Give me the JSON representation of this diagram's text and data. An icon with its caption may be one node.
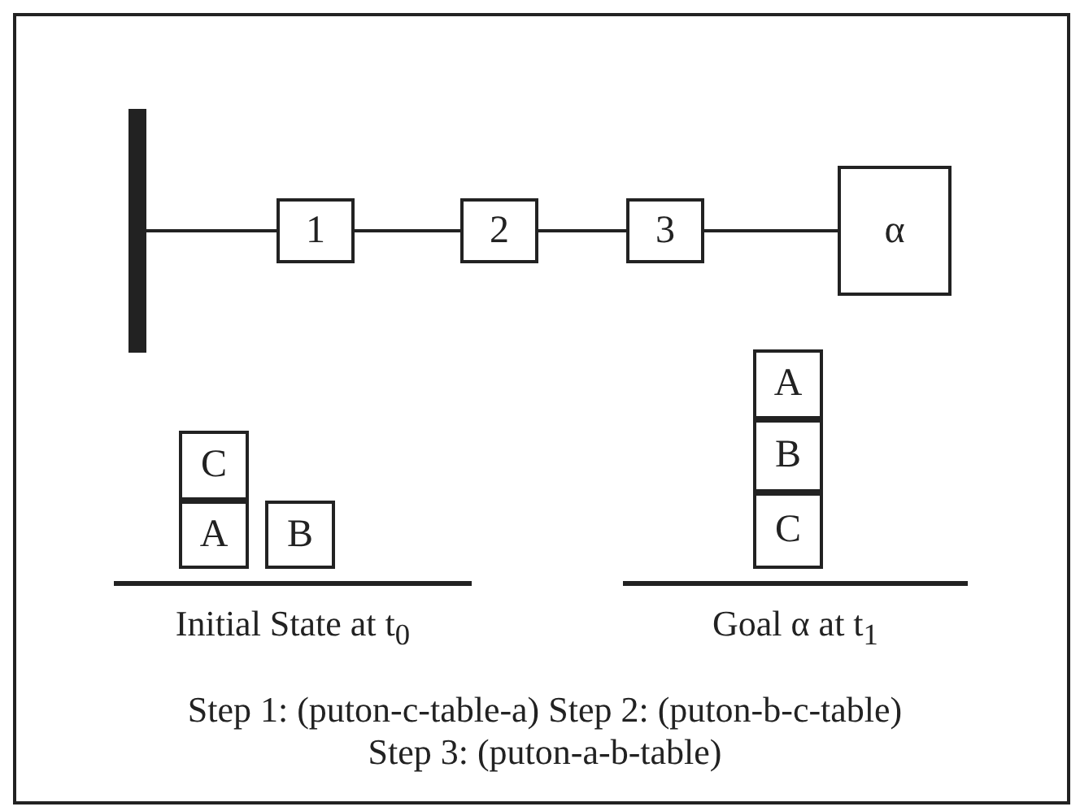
{
  "diagram": {
    "nodes": [
      {
        "text": [],
        "shape": "bar"
      },
      {
        "text": [
          "1"
        ]
      },
      {
        "text": [
          "2"
        ]
      },
      {
        "text": [
          "3"
        ]
      },
      {
        "text": [
          "α"
        ]
      },
      {
        "text": [
          "C"
        ]
      },
      {
        "text": [
          "A"
        ]
      },
      {
        "text": [
          "B"
        ]
      },
      {
        "text": [
          "A"
        ]
      },
      {
        "text": [
          "B"
        ]
      },
      {
        "text": [
          "C"
        ]
      }
    ],
    "edges": [
      {
        "from": 0,
        "to": 1,
        "arrow": "none"
      },
      {
        "from": 1,
        "to": 2,
        "arrow": "none"
      },
      {
        "from": 2,
        "to": 3,
        "arrow": "none"
      },
      {
        "from": 3,
        "to": 4,
        "arrow": "none"
      }
    ],
    "labels": [
      "Initial State at t$_{0}$",
      "Goal α at t$_{1}$",
      "Step 1: (puton-c-table-a)  Step 2: (puton-b-c-table)",
      "Step 3: (puton-a-b-table)"
    ]
  }
}
